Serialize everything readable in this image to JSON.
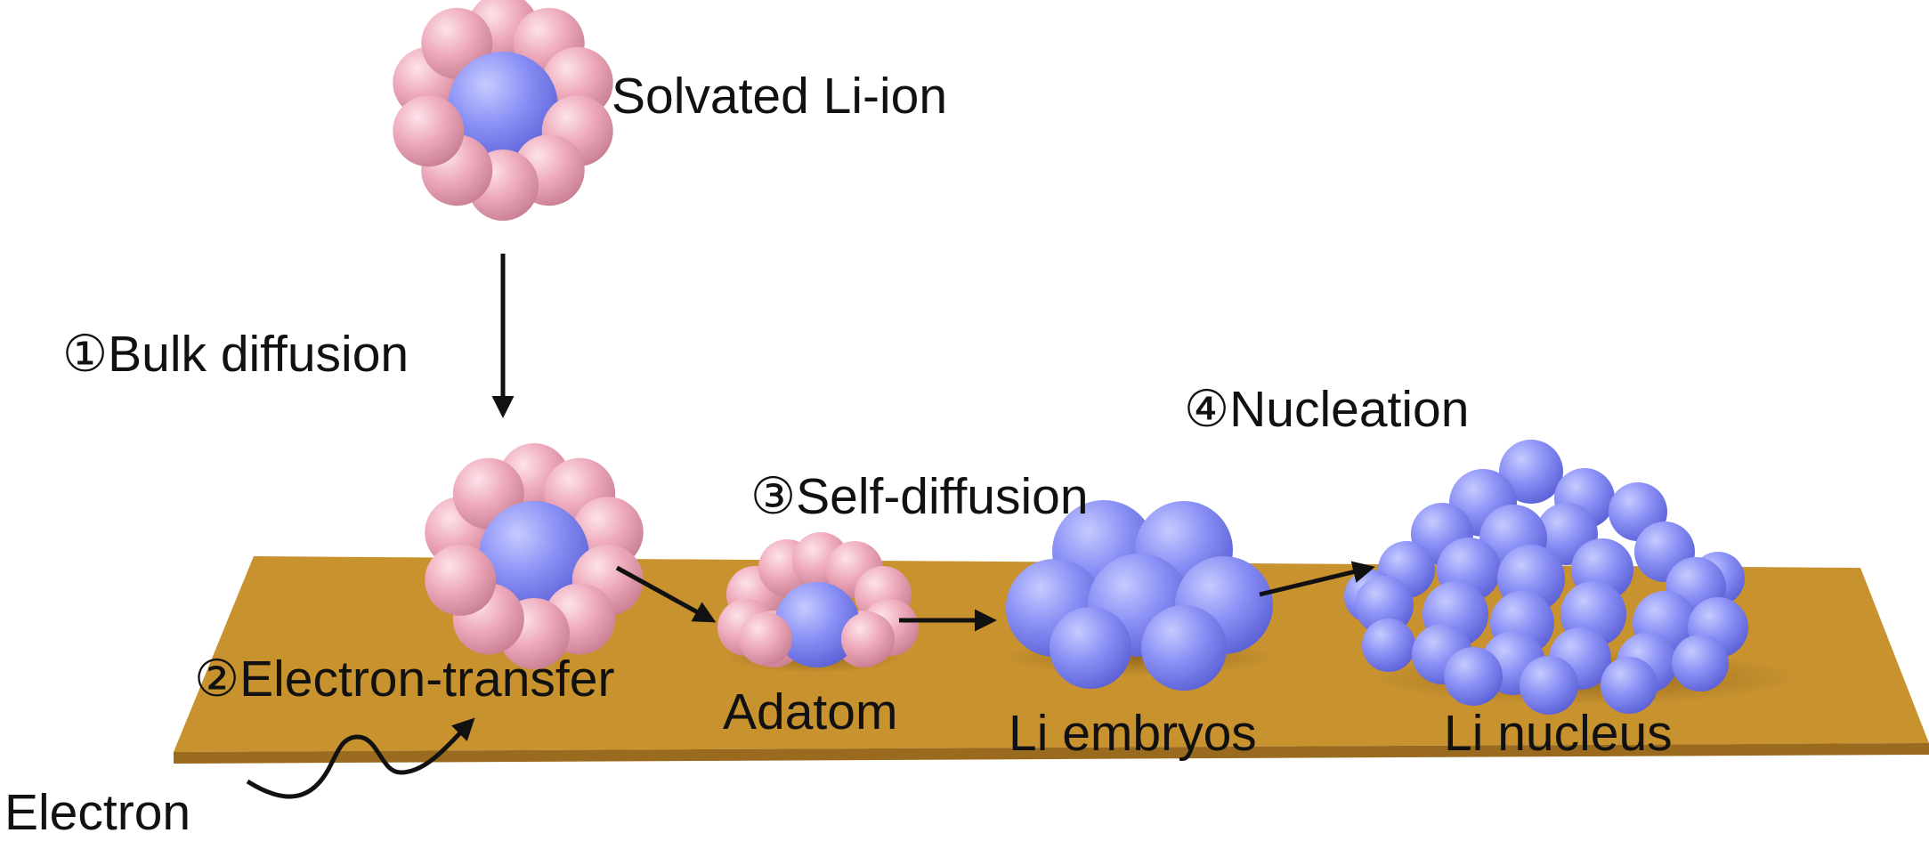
{
  "diagram": {
    "title": "",
    "labels": {
      "solvated": "Solvated Li-ion",
      "step1": "①Bulk diffusion",
      "step2": "②Electron-transfer",
      "step3": "③Self-diffusion",
      "step4": "④Nucleation",
      "adatom": "Adatom",
      "embryos": "Li embryos",
      "nucleus": "Li nucleus",
      "electron": "Electron"
    },
    "colors": {
      "substrate_top": "#c8922f",
      "substrate_edge": "#9a6b1e",
      "lithium": "#7b82f0",
      "solvent": "#eaa3b3",
      "arrow": "#111111"
    }
  }
}
